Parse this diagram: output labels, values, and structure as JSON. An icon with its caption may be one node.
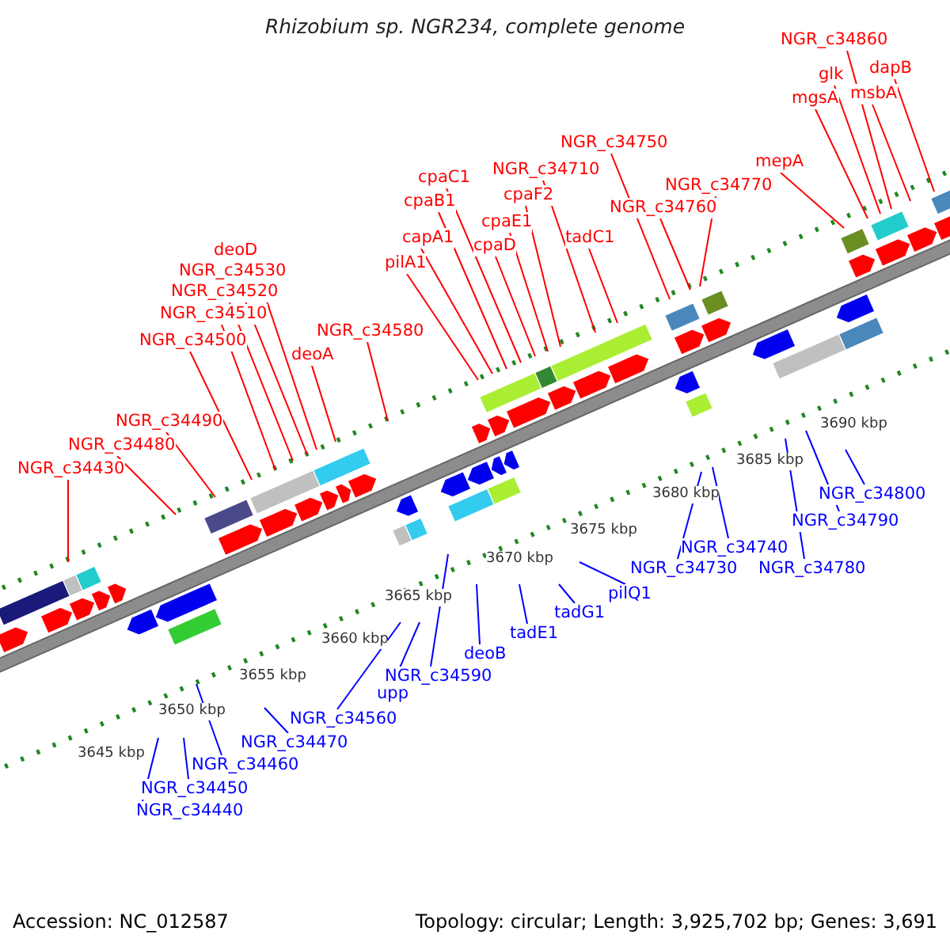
{
  "diagram": {
    "title": "Rhizobium sp. NGR234, complete genome",
    "nodes": [
      {
        "text": [
          "NGR_c34430"
        ]
      },
      {
        "text": [
          "NGR_c34480"
        ]
      },
      {
        "text": [
          "NGR_c34490"
        ]
      },
      {
        "text": [
          "NGR_c34500"
        ]
      },
      {
        "text": [
          "NGR_c34510"
        ]
      },
      {
        "text": [
          "NGR_c34520"
        ]
      },
      {
        "text": [
          "NGR_c34530"
        ]
      },
      {
        "text": [
          "deoD"
        ]
      },
      {
        "text": [
          "deoA"
        ]
      },
      {
        "text": [
          "NGR_c34580"
        ]
      },
      {
        "text": [
          "pilA1"
        ]
      },
      {
        "text": [
          "capA1"
        ]
      },
      {
        "text": [
          "cpaB1"
        ]
      },
      {
        "text": [
          "cpaC1"
        ]
      },
      {
        "text": [
          "cpaD"
        ]
      },
      {
        "text": [
          "cpaE1"
        ]
      },
      {
        "text": [
          "cpaF2"
        ]
      },
      {
        "text": [
          "NGR_c34710"
        ]
      },
      {
        "text": [
          "tadC1"
        ]
      },
      {
        "text": [
          "NGR_c34750"
        ]
      },
      {
        "text": [
          "NGR_c34760"
        ]
      },
      {
        "text": [
          "NGR_c34770"
        ]
      },
      {
        "text": [
          "mepA"
        ]
      },
      {
        "text": [
          "mgsA"
        ]
      },
      {
        "text": [
          "glk"
        ]
      },
      {
        "text": [
          "NGR_c34860"
        ]
      },
      {
        "text": [
          "msbA"
        ]
      },
      {
        "text": [
          "dapB"
        ]
      },
      {
        "text": [
          "NGR_c34440"
        ]
      },
      {
        "text": [
          "NGR_c34450"
        ]
      },
      {
        "text": [
          "NGR_c34460"
        ]
      },
      {
        "text": [
          "NGR_c34470"
        ]
      },
      {
        "text": [
          "NGR_c34560"
        ]
      },
      {
        "text": [
          "upp"
        ]
      },
      {
        "text": [
          "NGR_c34590"
        ]
      },
      {
        "text": [
          "deoB"
        ]
      },
      {
        "text": [
          "tadE1"
        ]
      },
      {
        "text": [
          "tadG1"
        ]
      },
      {
        "text": [
          "pilQ1"
        ]
      },
      {
        "text": [
          "NGR_c34730"
        ]
      },
      {
        "text": [
          "NGR_c34740"
        ]
      },
      {
        "text": [
          "NGR_c34780"
        ]
      },
      {
        "text": [
          "NGR_c34790"
        ]
      },
      {
        "text": [
          "NGR_c34800"
        ]
      }
    ],
    "edges": [
      {
        "from": 0,
        "to": null,
        "arrow": "none"
      },
      {
        "from": 1,
        "to": null,
        "arrow": "none"
      },
      {
        "from": 2,
        "to": null,
        "arrow": "none"
      },
      {
        "from": 3,
        "to": null,
        "arrow": "none"
      },
      {
        "from": 4,
        "to": null,
        "arrow": "none"
      },
      {
        "from": 5,
        "to": null,
        "arrow": "none"
      },
      {
        "from": 6,
        "to": null,
        "arrow": "none"
      },
      {
        "from": 7,
        "to": null,
        "arrow": "none"
      },
      {
        "from": 8,
        "to": null,
        "arrow": "none"
      },
      {
        "from": 9,
        "to": null,
        "arrow": "none"
      },
      {
        "from": 10,
        "to": null,
        "arrow": "none"
      },
      {
        "from": 11,
        "to": null,
        "arrow": "none"
      },
      {
        "from": 12,
        "to": null,
        "arrow": "none"
      },
      {
        "from": 13,
        "to": null,
        "arrow": "none"
      },
      {
        "from": 14,
        "to": null,
        "arrow": "none"
      },
      {
        "from": 15,
        "to": null,
        "arrow": "none"
      },
      {
        "from": 16,
        "to": null,
        "arrow": "none"
      },
      {
        "from": 17,
        "to": null,
        "arrow": "none"
      },
      {
        "from": 18,
        "to": null,
        "arrow": "none"
      },
      {
        "from": 19,
        "to": null,
        "arrow": "none"
      },
      {
        "from": 20,
        "to": null,
        "arrow": "none"
      },
      {
        "from": 21,
        "to": null,
        "arrow": "none"
      },
      {
        "from": 22,
        "to": null,
        "arrow": "none"
      },
      {
        "from": 23,
        "to": null,
        "arrow": "none"
      },
      {
        "from": 24,
        "to": null,
        "arrow": "none"
      },
      {
        "from": 25,
        "to": null,
        "arrow": "none"
      },
      {
        "from": 26,
        "to": null,
        "arrow": "none"
      },
      {
        "from": 27,
        "to": null,
        "arrow": "none"
      },
      {
        "from": 28,
        "to": null,
        "arrow": "none",
        "color": "#0000ff"
      },
      {
        "from": 29,
        "to": null,
        "arrow": "none",
        "color": "#0000ff"
      },
      {
        "from": 30,
        "to": null,
        "arrow": "none",
        "color": "#0000ff"
      },
      {
        "from": 31,
        "to": null,
        "arrow": "none",
        "color": "#0000ff"
      },
      {
        "from": 32,
        "to": null,
        "arrow": "none",
        "color": "#0000ff"
      },
      {
        "from": 33,
        "to": null,
        "arrow": "none",
        "color": "#0000ff"
      },
      {
        "from": 34,
        "to": null,
        "arrow": "none",
        "color": "#0000ff"
      },
      {
        "from": 35,
        "to": null,
        "arrow": "none",
        "color": "#0000ff"
      },
      {
        "from": 36,
        "to": null,
        "arrow": "none",
        "color": "#0000ff"
      },
      {
        "from": 37,
        "to": null,
        "arrow": "none",
        "color": "#0000ff"
      },
      {
        "from": 38,
        "to": null,
        "arrow": "none",
        "color": "#0000ff"
      },
      {
        "from": 39,
        "to": null,
        "arrow": "none",
        "color": "#0000ff"
      },
      {
        "from": 40,
        "to": null,
        "arrow": "none",
        "color": "#0000ff"
      },
      {
        "from": 41,
        "to": null,
        "arrow": "none",
        "color": "#0000ff"
      },
      {
        "from": 42,
        "to": null,
        "arrow": "none",
        "color": "#0000ff"
      },
      {
        "from": 43,
        "to": null,
        "arrow": "none",
        "color": "#0000ff"
      }
    ],
    "labels": [
      "3645 kbp",
      "3650 kbp",
      "3655 kbp",
      "3660 kbp",
      "3665 kbp",
      "3670 kbp",
      "3675 kbp",
      "3680 kbp",
      "3685 kbp",
      "3690 kbp",
      "Accession: NC_012587",
      "Topology: circular; Length: 3,925,702 bp; Genes: 3,691"
    ]
  }
}
